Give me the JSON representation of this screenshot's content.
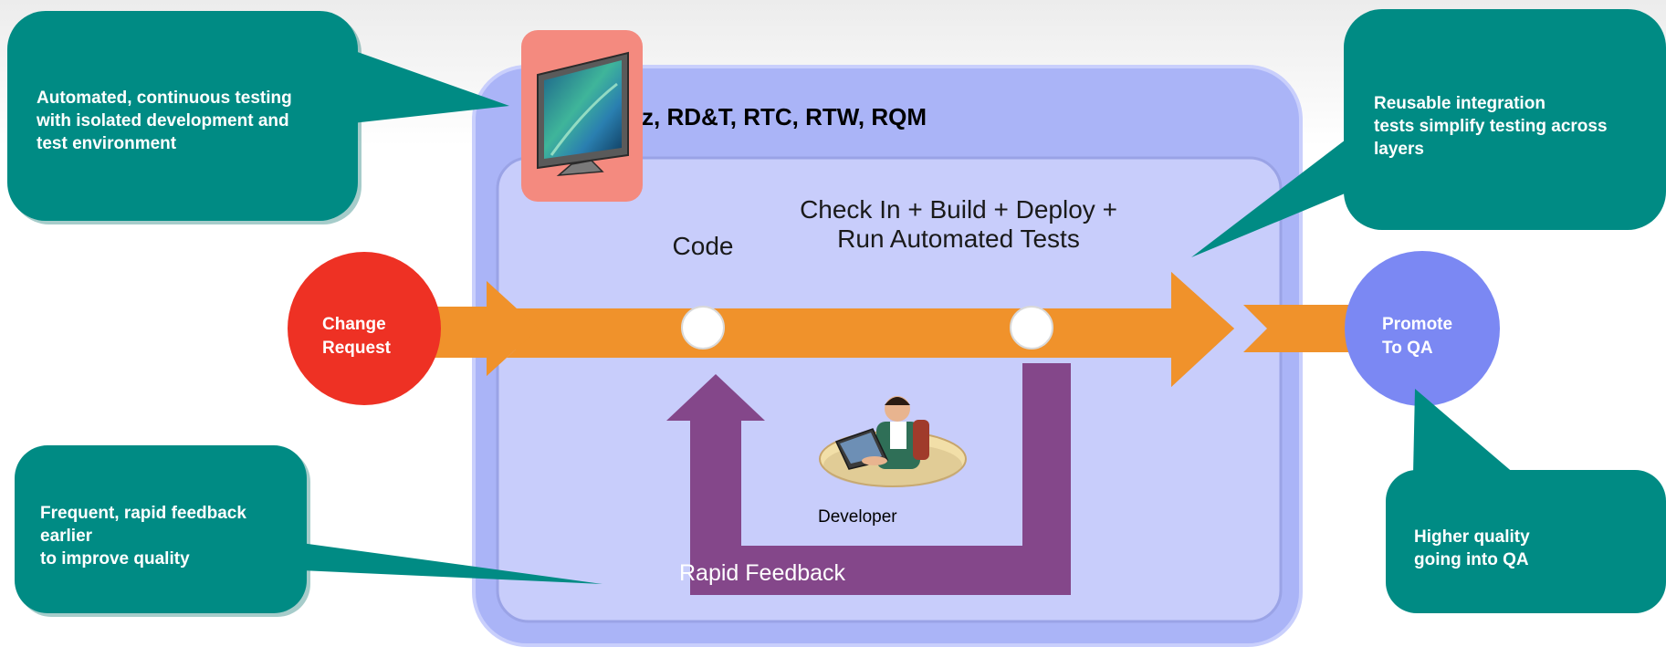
{
  "tools_banner": "z, RD&T, RTC, RTW, RQM",
  "steps": {
    "code": "Code",
    "checkin": "Check In + Build + Deploy +\nRun Automated Tests"
  },
  "circles": {
    "change_request": "Change\nRequest",
    "promote": "Promote\nTo QA"
  },
  "developer_label": "Developer",
  "feedback_label": "Rapid Feedback",
  "callouts": {
    "automated_testing": "Automated, continuous testing\nwith isolated development and\ntest environment",
    "reusable_tests": "Reusable integration\ntests simplify testing across\nlayers",
    "rapid_feedback": "Frequent, rapid feedback\nearlier\nto improve quality",
    "higher_quality": "Higher quality\ngoing into QA"
  },
  "colors": {
    "callout": "#008b84",
    "outer_box": "#aab4f7",
    "inner_box": "#c8cdfb",
    "arrow": "#f0922b",
    "feedback_arrow": "#84478a",
    "change_circle": "#ee3124",
    "promote_circle": "#7b88f3",
    "monitor_tile": "#f48a7f"
  }
}
